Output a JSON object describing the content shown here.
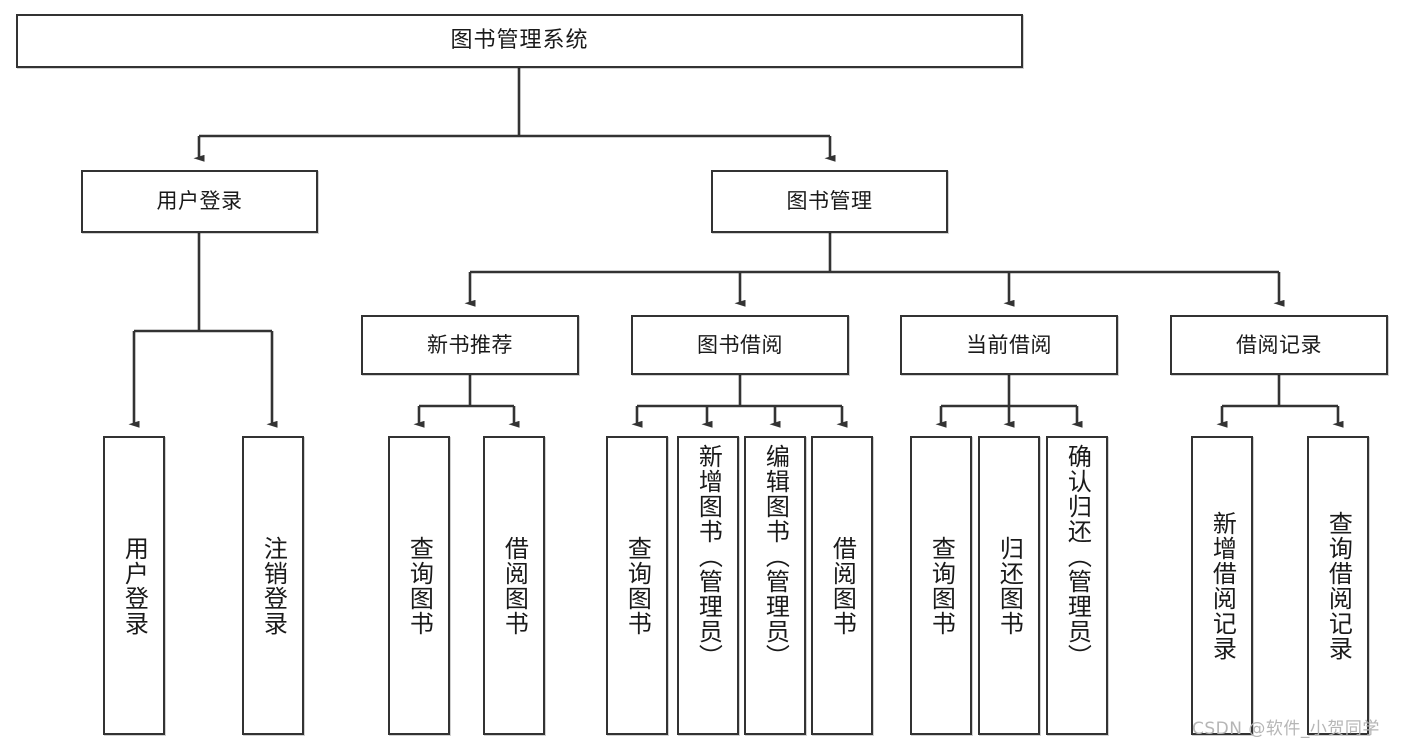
{
  "diagram": {
    "type": "tree-hierarchy",
    "title": "图书管理系统",
    "orientation": "top-down",
    "line_color": "#333333",
    "box_fill": "#ffffff",
    "text_color": "#1a1a1a",
    "levels": [
      {
        "level": 1,
        "nodes": [
          {
            "id": "root",
            "label": "图书管理系统",
            "text_direction": "horizontal"
          }
        ]
      },
      {
        "level": 2,
        "nodes": [
          {
            "id": "user-login",
            "label": "用户登录",
            "text_direction": "horizontal",
            "parent": "root"
          },
          {
            "id": "book-manage",
            "label": "图书管理",
            "text_direction": "horizontal",
            "parent": "root"
          }
        ]
      },
      {
        "level": 3,
        "nodes": [
          {
            "id": "new-book-rec",
            "label": "新书推荐",
            "text_direction": "horizontal",
            "parent": "book-manage"
          },
          {
            "id": "book-borrow",
            "label": "图书借阅",
            "text_direction": "horizontal",
            "parent": "book-manage"
          },
          {
            "id": "current-borrow",
            "label": "当前借阅",
            "text_direction": "horizontal",
            "parent": "book-manage"
          },
          {
            "id": "borrow-record",
            "label": "借阅记录",
            "text_direction": "horizontal",
            "parent": "book-manage"
          }
        ]
      },
      {
        "level": 4,
        "nodes": [
          {
            "id": "leaf-user-login",
            "label": "用户登录",
            "text_direction": "vertical",
            "parent": "user-login"
          },
          {
            "id": "leaf-logout",
            "label": "注销登录",
            "text_direction": "vertical",
            "parent": "user-login"
          },
          {
            "id": "leaf-query-book-1",
            "label": "查询图书",
            "text_direction": "vertical",
            "parent": "new-book-rec"
          },
          {
            "id": "leaf-borrow-book-1",
            "label": "借阅图书",
            "text_direction": "vertical",
            "parent": "new-book-rec"
          },
          {
            "id": "leaf-query-book-2",
            "label": "查询图书",
            "text_direction": "vertical",
            "parent": "book-borrow"
          },
          {
            "id": "leaf-add-book",
            "label": "新增图书（管理员）",
            "text_direction": "vertical",
            "parent": "book-borrow"
          },
          {
            "id": "leaf-edit-book",
            "label": "编辑图书（管理员）",
            "text_direction": "vertical",
            "parent": "book-borrow"
          },
          {
            "id": "leaf-borrow-book-2",
            "label": "借阅图书",
            "text_direction": "vertical",
            "parent": "book-borrow"
          },
          {
            "id": "leaf-query-book-3",
            "label": "查询图书",
            "text_direction": "vertical",
            "parent": "current-borrow"
          },
          {
            "id": "leaf-return-book",
            "label": "归还图书",
            "text_direction": "vertical",
            "parent": "current-borrow"
          },
          {
            "id": "leaf-confirm-return",
            "label": "确认归还（管理员）",
            "text_direction": "vertical",
            "parent": "current-borrow"
          },
          {
            "id": "leaf-add-record",
            "label": "新增借阅记录",
            "text_direction": "vertical",
            "parent": "borrow-record"
          },
          {
            "id": "leaf-query-record",
            "label": "查询借阅记录",
            "text_direction": "vertical",
            "parent": "borrow-record"
          }
        ]
      }
    ]
  },
  "watermark": {
    "text": "CSDN @软件_小贺同学"
  }
}
